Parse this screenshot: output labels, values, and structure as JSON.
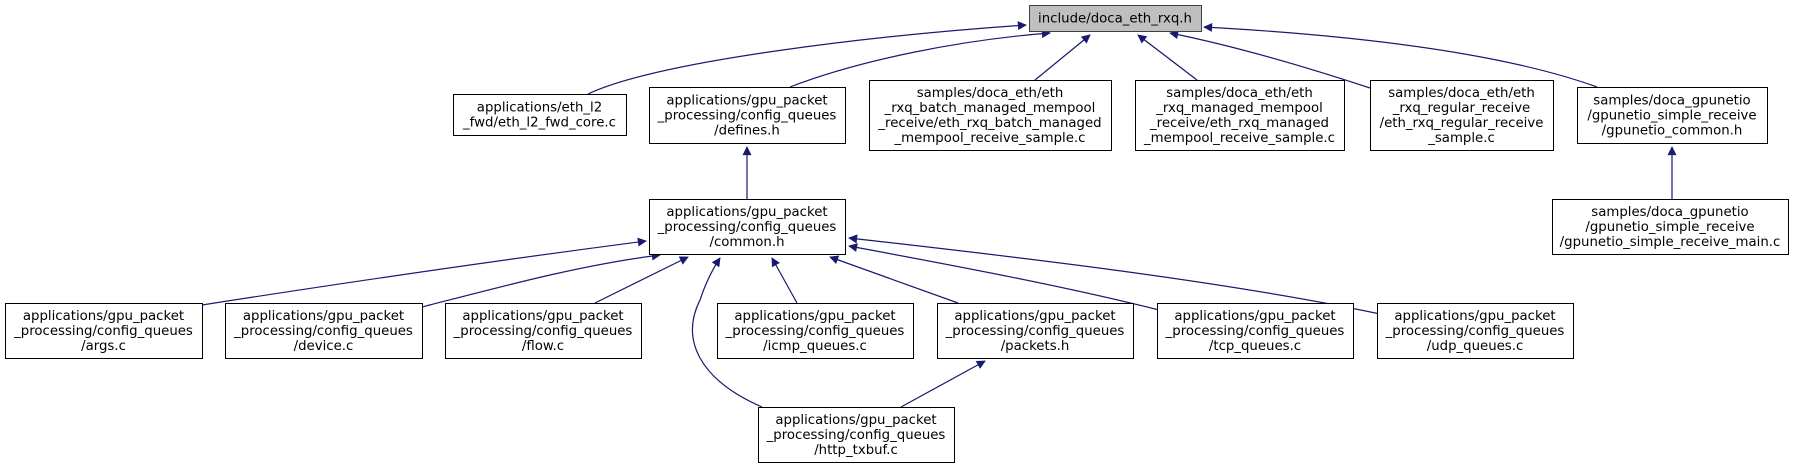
{
  "diagram": {
    "type": "include-dependency-graph",
    "edge_color": "#191970",
    "root_fill": "#bfbfbf",
    "node_fill": "#ffffff",
    "border_color": "#000000",
    "nodes": [
      {
        "id": "root",
        "lines": [
          "include/doca_eth_rxq.h"
        ],
        "root": true
      },
      {
        "id": "eth_l2_fwd_core",
        "lines": [
          "applications/eth_l2",
          "_fwd/eth_l2_fwd_core.c"
        ]
      },
      {
        "id": "defines_h",
        "lines": [
          "applications/gpu_packet",
          "_processing/config_queues",
          "/defines.h"
        ]
      },
      {
        "id": "batch_managed",
        "lines": [
          "samples/doca_eth/eth",
          "_rxq_batch_managed_mempool",
          "_receive/eth_rxq_batch_managed",
          "_mempool_receive_sample.c"
        ]
      },
      {
        "id": "managed",
        "lines": [
          "samples/doca_eth/eth",
          "_rxq_managed_mempool",
          "_receive/eth_rxq_managed",
          "_mempool_receive_sample.c"
        ]
      },
      {
        "id": "regular",
        "lines": [
          "samples/doca_eth/eth",
          "_rxq_regular_receive",
          "/eth_rxq_regular_receive",
          "_sample.c"
        ]
      },
      {
        "id": "gpunetio_common",
        "lines": [
          "samples/doca_gpunetio",
          "/gpunetio_simple_receive",
          "/gpunetio_common.h"
        ]
      },
      {
        "id": "common_h",
        "lines": [
          "applications/gpu_packet",
          "_processing/config_queues",
          "/common.h"
        ]
      },
      {
        "id": "gpunetio_main",
        "lines": [
          "samples/doca_gpunetio",
          "/gpunetio_simple_receive",
          "/gpunetio_simple_receive_main.c"
        ]
      },
      {
        "id": "args_c",
        "lines": [
          "applications/gpu_packet",
          "_processing/config_queues",
          "/args.c"
        ]
      },
      {
        "id": "device_c",
        "lines": [
          "applications/gpu_packet",
          "_processing/config_queues",
          "/device.c"
        ]
      },
      {
        "id": "flow_c",
        "lines": [
          "applications/gpu_packet",
          "_processing/config_queues",
          "/flow.c"
        ]
      },
      {
        "id": "icmp_queues_c",
        "lines": [
          "applications/gpu_packet",
          "_processing/config_queues",
          "/icmp_queues.c"
        ]
      },
      {
        "id": "packets_h",
        "lines": [
          "applications/gpu_packet",
          "_processing/config_queues",
          "/packets.h"
        ]
      },
      {
        "id": "tcp_queues_c",
        "lines": [
          "applications/gpu_packet",
          "_processing/config_queues",
          "/tcp_queues.c"
        ]
      },
      {
        "id": "udp_queues_c",
        "lines": [
          "applications/gpu_packet",
          "_processing/config_queues",
          "/udp_queues.c"
        ]
      },
      {
        "id": "http_txbuf_c",
        "lines": [
          "applications/gpu_packet",
          "_processing/config_queues",
          "/http_txbuf.c"
        ]
      }
    ],
    "edges": [
      {
        "from": "eth_l2_fwd_core",
        "to": "root"
      },
      {
        "from": "defines_h",
        "to": "root"
      },
      {
        "from": "batch_managed",
        "to": "root"
      },
      {
        "from": "managed",
        "to": "root"
      },
      {
        "from": "regular",
        "to": "root"
      },
      {
        "from": "gpunetio_common",
        "to": "root"
      },
      {
        "from": "common_h",
        "to": "defines_h"
      },
      {
        "from": "gpunetio_main",
        "to": "gpunetio_common"
      },
      {
        "from": "args_c",
        "to": "common_h"
      },
      {
        "from": "device_c",
        "to": "common_h"
      },
      {
        "from": "flow_c",
        "to": "common_h"
      },
      {
        "from": "icmp_queues_c",
        "to": "common_h"
      },
      {
        "from": "packets_h",
        "to": "common_h"
      },
      {
        "from": "tcp_queues_c",
        "to": "common_h"
      },
      {
        "from": "udp_queues_c",
        "to": "common_h"
      },
      {
        "from": "http_txbuf_c",
        "to": "common_h"
      },
      {
        "from": "http_txbuf_c",
        "to": "packets_h"
      }
    ]
  }
}
